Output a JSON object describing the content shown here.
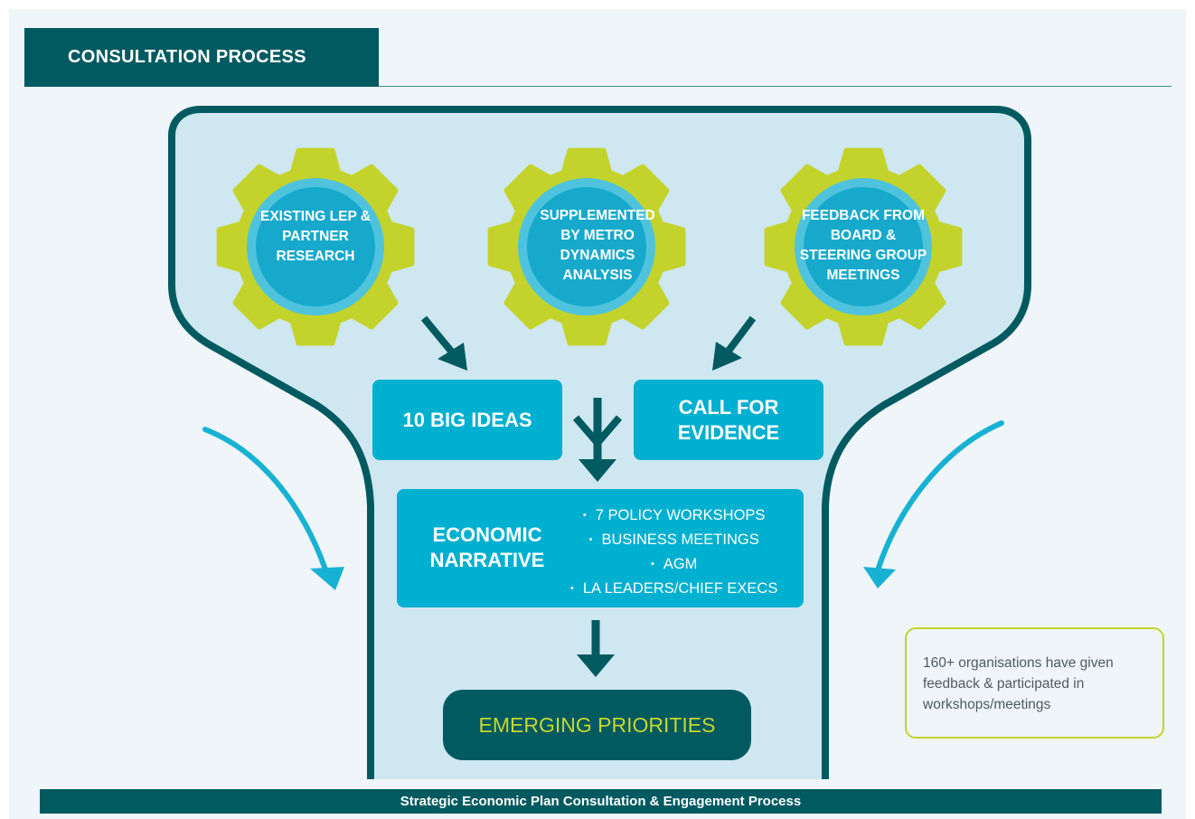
{
  "header": {
    "title": "CONSULTATION PROCESS"
  },
  "gears": [
    {
      "label": "EXISTING LEP & PARTNER RESEARCH"
    },
    {
      "label": "SUPPLEMENTED BY METRO DYNAMICS ANALYSIS"
    },
    {
      "label": "FEEDBACK FROM BOARD & STEERING GROUP MEETINGS"
    }
  ],
  "boxes": {
    "big_ideas": "10 BIG IDEAS",
    "call_for_evidence": "CALL FOR EVIDENCE"
  },
  "narrative": {
    "title": "ECONOMIC NARRATIVE",
    "items": [
      "7 POLICY WORKSHOPS",
      "BUSINESS MEETINGS",
      "AGM",
      "LA LEADERS/CHIEF EXECS"
    ]
  },
  "priorities": "EMERGING PRIORITIES",
  "note": "160+ organisations have given feedback & participated in workshops/meetings",
  "footer": "Strategic Economic Plan Consultation & Engagement Process",
  "colors": {
    "dark_teal": "#005a60",
    "funnel_fill": "#cfe7f1",
    "gear_green": "#c3d32b",
    "ring_blue": "#4fc3dd",
    "core_blue": "#17a9cc",
    "box_blue": "#00b0d0",
    "arrow_blue": "#17b2d3"
  }
}
